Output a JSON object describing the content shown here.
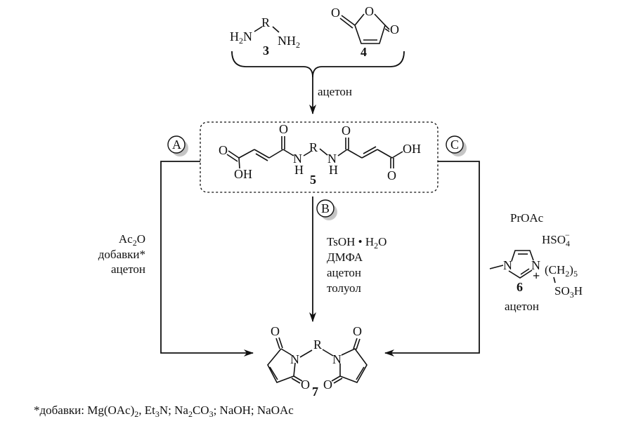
{
  "reactants": {
    "diamine": {
      "left": "H",
      "left_sub": "2",
      "left_n": "N",
      "r": "R",
      "right_n": "NH",
      "right_sub": "2",
      "number": "3"
    },
    "anhydride": {
      "o_left": "O",
      "o_ring": "O",
      "o_right": "O",
      "number": "4"
    }
  },
  "step1": {
    "solvent": "ацетон"
  },
  "intermediate": {
    "number": "5",
    "o_top_left": "O",
    "oh_left": "OH",
    "o_carbonyl_left": "O",
    "n_left": "N",
    "h_left": "H",
    "r": "R",
    "n_right": "N",
    "h_right": "H",
    "o_carbonyl_right": "O",
    "oh_right": "OH",
    "o_bottom_right": "O"
  },
  "routes": {
    "A": {
      "badge": "A",
      "conditions": [
        "Ac",
        "2",
        "O",
        "добавки*",
        "ацетон"
      ]
    },
    "B": {
      "badge": "B",
      "conditions": [
        "TsOH • H",
        "2",
        "O",
        "ДМФА",
        "ацетон",
        "толуол"
      ]
    },
    "C": {
      "badge": "C",
      "reagent": "PrOAc",
      "anion": "HSO",
      "anion_sub": "4",
      "anion_charge": "−",
      "ring_n1": "N",
      "ring_n2": "N",
      "plus": "+",
      "chain": "(CH",
      "chain_sub": "2",
      "chain_end": ")",
      "chain_n": "5",
      "acid": "SO",
      "acid_sub": "3",
      "acid_end": "H",
      "number": "6",
      "solvent": "ацетон"
    }
  },
  "product": {
    "number": "7",
    "o1": "O",
    "o2": "O",
    "o3": "O",
    "o4": "O",
    "n_left": "N",
    "r": "R",
    "n_right": "N"
  },
  "footnote": {
    "prefix": "*добавки: Mg(OAc)",
    "s1": "2",
    "p2": ", Et",
    "s2": "3",
    "p3": "N; Na",
    "s3": "2",
    "p4": "CO",
    "s4": "3",
    "p5": "; NaOH; NaOAc"
  }
}
